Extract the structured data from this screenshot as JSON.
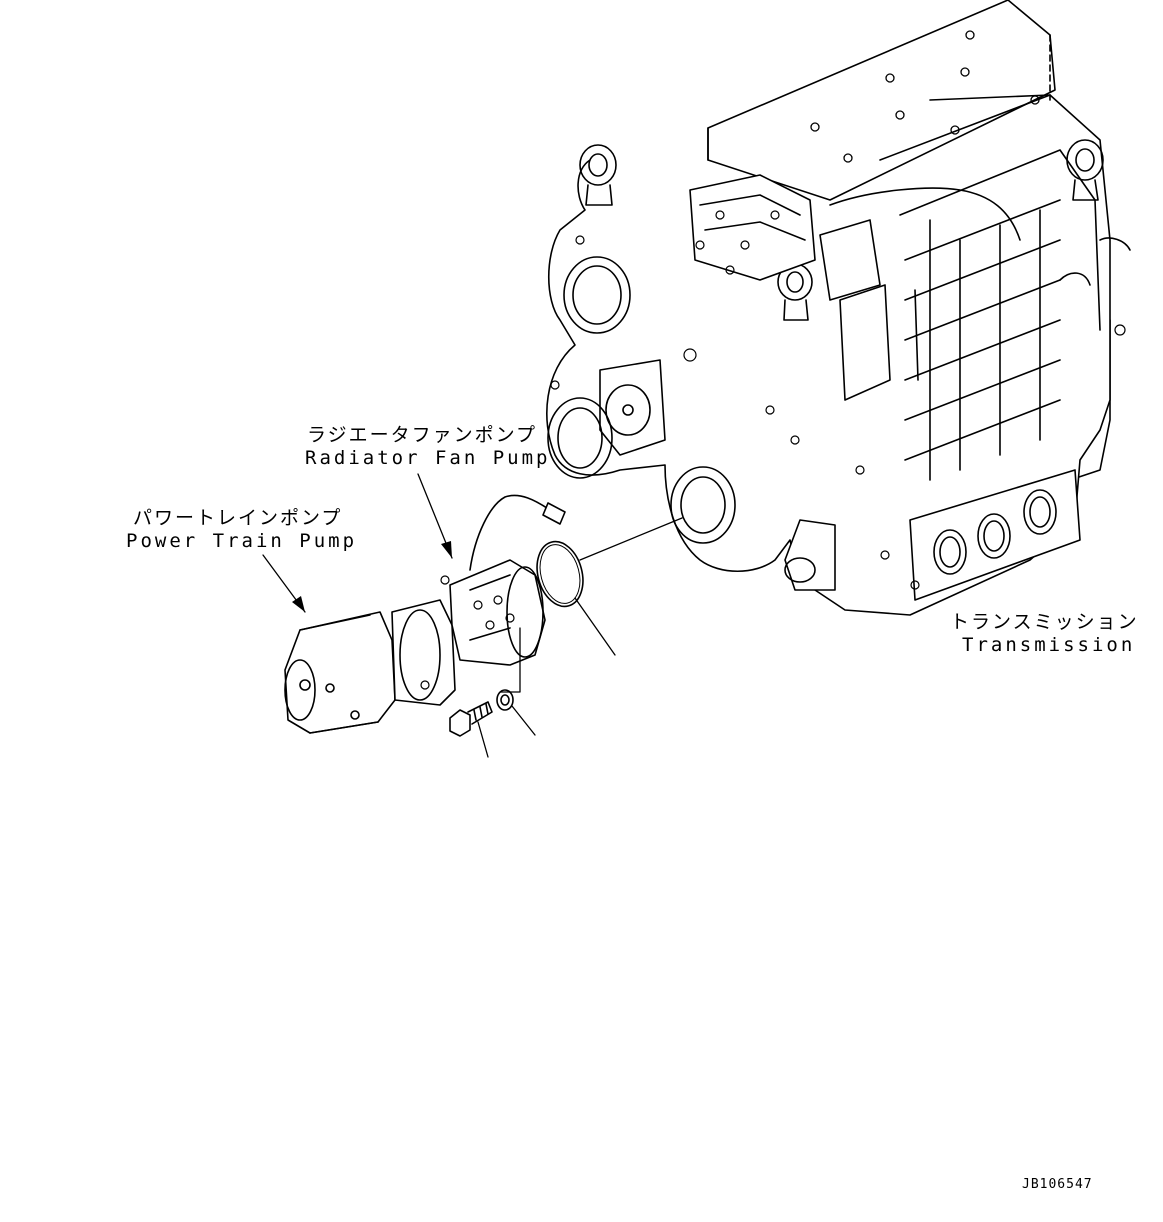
{
  "labels": {
    "radiator_fan_pump_jp": "ラジエータファンポンプ",
    "radiator_fan_pump_en": "Radiator Fan Pump",
    "power_train_pump_jp": "パワートレインポンプ",
    "power_train_pump_en": "Power Train Pump",
    "transmission_jp": "トランスミッション",
    "transmission_en": "Transmission"
  },
  "figure_id": "JB106547",
  "colors": {
    "line": "#000000",
    "background": "#ffffff"
  }
}
